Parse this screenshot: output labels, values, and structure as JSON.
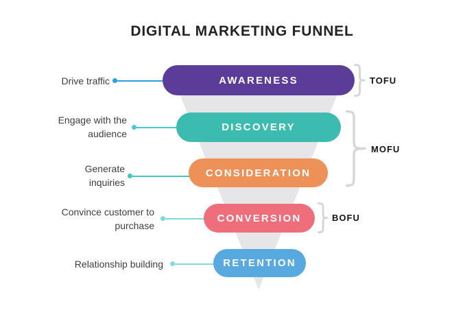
{
  "title": "DIGITAL MARKETING FUNNEL",
  "funnel": {
    "shape_color": "#E6E5E7",
    "bracket_color": "#D7D6D8"
  },
  "stages": [
    {
      "label": "AWARENESS",
      "description": "Drive traffic",
      "pill_color": "#5B3C99",
      "connector_color": "#2E9FDE"
    },
    {
      "label": "DISCOVERY",
      "description": "Engage with the audience",
      "pill_color": "#3CBCB1",
      "connector_color": "#4AC7DC"
    },
    {
      "label": "CONSIDERATION",
      "description": "Generate inquiries",
      "pill_color": "#EE9158",
      "connector_color": "#41C7C3"
    },
    {
      "label": "CONVERSION",
      "description": "Convince customer to purchase",
      "pill_color": "#EE6E7B",
      "connector_color": "#7DDCD4"
    },
    {
      "label": "RETENTION",
      "description": "Relationship building",
      "pill_color": "#57A9E0",
      "connector_color": "#7EDDD6"
    }
  ],
  "groups": [
    {
      "label": "TOFU"
    },
    {
      "label": "MOFU"
    },
    {
      "label": "BOFU"
    }
  ]
}
